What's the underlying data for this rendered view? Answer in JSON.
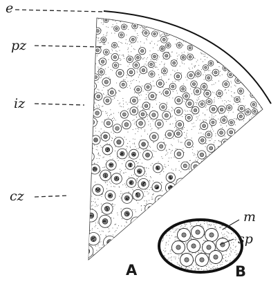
{
  "figure_A": {
    "panel_label": "A",
    "labels": {
      "e": "e",
      "pz": "pz",
      "iz": "iz",
      "cz": "cz"
    }
  },
  "figure_B": {
    "panel_label": "B",
    "labels": {
      "m": "m",
      "sp": "sp"
    }
  }
}
